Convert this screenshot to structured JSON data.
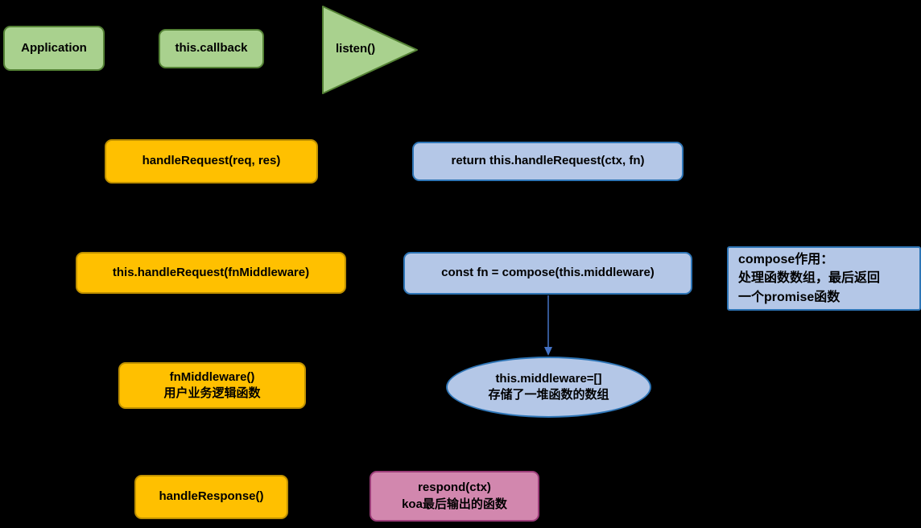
{
  "nodes": {
    "application": {
      "label": "Application"
    },
    "this_callback": {
      "label": "this.callback"
    },
    "listen": {
      "label": "listen()"
    },
    "handle_request": {
      "label": "handleRequest(req, res)"
    },
    "return_handle_request": {
      "label": "return this.handleRequest(ctx, fn)"
    },
    "this_handle_request": {
      "label": "this.handleRequest(fnMiddleware)"
    },
    "compose_fn": {
      "label": "const fn = compose(this.middleware)"
    },
    "compose_note": {
      "line1": "compose作用：",
      "line2": "处理函数数组，最后返回",
      "line3": "一个promise函数"
    },
    "fn_middleware": {
      "line1": "fnMiddleware()",
      "line2": "用户业务逻辑函数"
    },
    "this_middleware": {
      "line1": "this.middleware=[]",
      "line2": "存储了一堆函数的数组"
    },
    "handle_response": {
      "label": "handleResponse()"
    },
    "respond": {
      "line1": "respond(ctx)",
      "line2": "koa最后输出的函数"
    }
  },
  "colors": {
    "background": "#000000",
    "green_fill": "#a9d18e",
    "green_border": "#548235",
    "orange_fill": "#ffc000",
    "orange_border": "#bf9000",
    "blue_fill": "#b4c7e7",
    "blue_border": "#2e75b6",
    "pink_fill": "#d287ae",
    "pink_border": "#9c3d79",
    "arrow": "#4472c4",
    "text": "#000000"
  }
}
